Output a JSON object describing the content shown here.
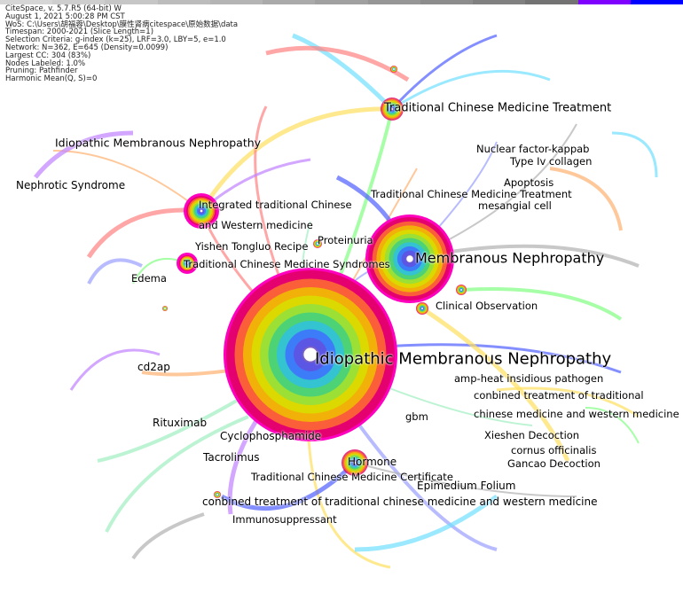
{
  "timeline_colors": [
    "#d6d6d6",
    "#cecece",
    "#c6c6c6",
    "#bcbcbc",
    "#b4b4b4",
    "#aaaaaa",
    "#a0a0a0",
    "#969696",
    "#8c8c8c",
    "#808080",
    "#737373",
    "#8000ff",
    "#0000ff"
  ],
  "header": {
    "lines": [
      "CiteSpace, v. 5.7.R5 (64-bit) W",
      "August 1, 2021 5:00:28 PM CST",
      "WoS: C:\\Users\\胡福蓉\\Desktop\\膜性肾病citespace\\原始数据\\data",
      "Timespan: 2000-2021 (Slice Length=1)",
      "Selection Criteria: g-index (k=25), LRF=3.0, LBY=5, e=1.0",
      "Network: N=362, E=645 (Density=0.0099)",
      "Largest CC: 304 (83%)",
      "Nodes Labeled: 1.0%",
      "Pruning: Pathfinder",
      "Harmonic Mean(Q, S)=0"
    ]
  },
  "labels": [
    "Traditional Chinese Medicine Treatment",
    "Idiopathic Membranous Nephropathy",
    "Nephrotic Syndrome",
    "Nuclear factor-kappab",
    "Type Iv collagen",
    "Apoptosis",
    "Traditional Chinese Medicine Treatment",
    "mesangial cell",
    "Integrated traditional Chinese",
    "and Western medicine",
    "Yishen Tongluo Recipe",
    "Proteinuria",
    "Traditional Chinese Medicine  Syndromes",
    "Membranous Nephropathy",
    "Edema",
    "Clinical Observation",
    "Idiopathic Membranous Nephropathy",
    "cd2ap",
    "amp-heat insidious pathogen",
    "conbined treatment of traditional",
    "chinese medicine and western medicine",
    "gbm",
    "Rituximab",
    "Cyclophosphamide",
    "Xieshen Decoction",
    "cornus officinalis",
    "Tacrolimus",
    "Hormone",
    "Gancao Decoction",
    "Traditional Chinese Medicine Certificate",
    "Epimedium Folium",
    "conbined treatment of traditional chinese medicine and western medicine",
    "Immunosuppressant"
  ]
}
